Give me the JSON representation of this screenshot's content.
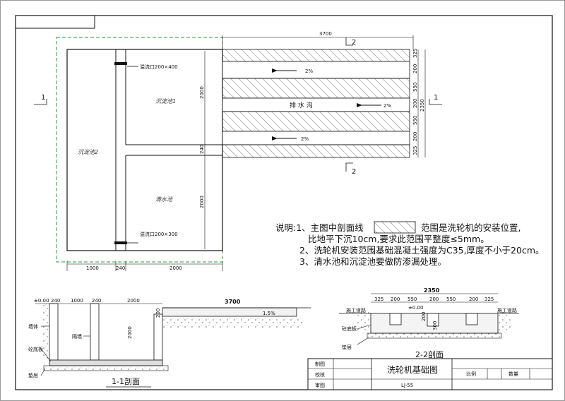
{
  "plan": {
    "top_dim": "3700",
    "section_1_left": "1",
    "section_1_right": "1",
    "section_2_top": "2",
    "section_2_bottom": "2",
    "overflow_top": "溢流口200×400",
    "overflow_bottom": "溢流口200×300",
    "pool_settle_1": "沉淀池1",
    "pool_settle_2": "沉淀池2",
    "pool_clear": "清水池",
    "drain_label": "排 水 沟",
    "slope_1": "2%",
    "slope_2": "2%",
    "slope_3": "2%",
    "dim_2000_a": "2000",
    "dim_240_v": "240",
    "dim_2000_b": "2000",
    "right_dims": [
      "325",
      "200",
      "550",
      "200",
      "550",
      "200",
      "325"
    ],
    "right_total": "2350",
    "bottom_dims": [
      "1000",
      "240",
      "2000"
    ]
  },
  "notes": {
    "line1a": "说明:1、主图中剖面线",
    "line1b": "范围是洗轮机的安装位置,",
    "line2": "比地平下沉10cm,要求此范围平整度≤5mm。",
    "line3": "2、洗轮机安装范围基础混凝土强度为C35,厚度不小于20cm。",
    "line4": "3、清水池和沉淀池要做防渗漏处理。"
  },
  "section11": {
    "elev": "±0.00",
    "dims": [
      "240",
      "1000",
      "240",
      "2000"
    ],
    "dim_3700": "3700",
    "depth": "2000",
    "dim_200": "200",
    "slope": "1.5%",
    "wall_label": "墙体",
    "partition_label": "隔墙",
    "concrete_label": "砼底板",
    "cushion_label": "垫层",
    "title": "1-1剖面"
  },
  "section22": {
    "total": "2350",
    "dims": [
      "325",
      "200",
      "550",
      "200",
      "550",
      "200",
      "325"
    ],
    "elev": "±0.00",
    "road_left": "施工道路",
    "road_right": "施工道路",
    "dim_200_v": "200",
    "dim_300_v": "300",
    "concrete_label": "砼底板",
    "cushion_label": "垫层",
    "title": "2-2剖面"
  },
  "titleblock": {
    "draw": "制图",
    "check": "校核",
    "review": "审图",
    "title": "洗轮机基础图",
    "scale": "比例",
    "quantity": "数量",
    "code": "LJ-55"
  }
}
